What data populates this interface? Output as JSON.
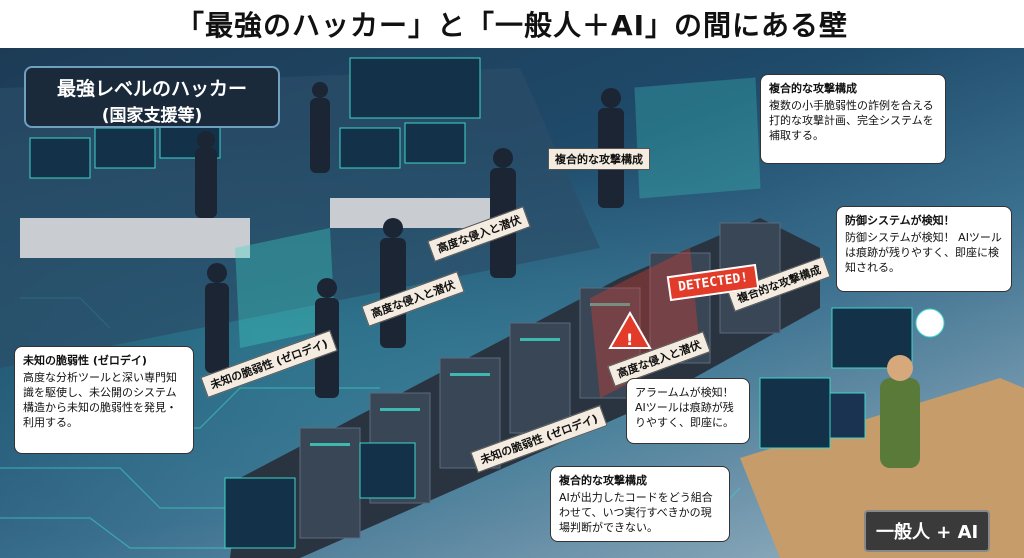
{
  "title": "「最強のハッカー」と「一般人＋AI」の間にある壁",
  "hacker_label": {
    "line1": "最強レベルのハッカー",
    "line2": "(国家支援等)"
  },
  "user_label": "一般人 + AI",
  "signs": {
    "top": "複合的な攻撃構成",
    "upper_mid": "高度な侵入と潜伏",
    "mid_left": "高度な侵入と潜伏",
    "left": "未知の脆弱性 (ゼロデイ)",
    "right_top": "複合的な攻撃構成",
    "right_mid": "高度な侵入と潜伏",
    "bottom": "未知の脆弱性 (ゼロデイ)"
  },
  "detected": "DETECTED!",
  "bubbles": {
    "complex_top": {
      "head": "複合的な攻撃構成",
      "body": "複数の小手脆弱性の詐例を合える打的な攻撃計画、完全システムを補取する。"
    },
    "defense": {
      "head": "防御システムが検知！",
      "body": "防御システムが検知！ AIツールは痕跡が残りやすく、即座に検知される。"
    },
    "zero_day": {
      "head": "未知の脆弱性 (ゼロデイ)",
      "body": "高度な分析ツールと深い専門知識を駆使し、未公開のシステム構造から未知の脆弱性を発見・利用する。"
    },
    "alarm": {
      "body": "アラームムが検知！ AIツールは痕跡が残りやすく、即座に。"
    },
    "complex_bottom": {
      "head": "複合的な攻撃構成",
      "body": "AIが出力したコードをどう組合わせて、いつ実行すべきかの現場判断ができない。"
    }
  },
  "colors": {
    "accent_teal": "#3fd6c8",
    "barrier_red": "#e23b2a",
    "navy": "#1a2a3a"
  }
}
